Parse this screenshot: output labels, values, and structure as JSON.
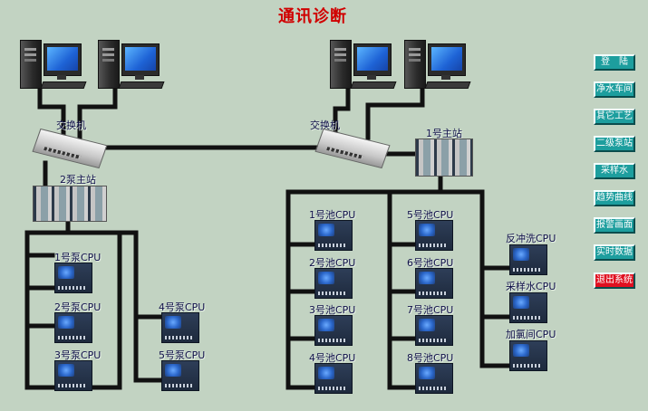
{
  "title": "通讯诊断",
  "devices": {
    "switch_left": "交换机",
    "switch_right": "交换机",
    "pump2_station": "2泵主站",
    "main1_station": "1号主站",
    "pump_cpus": [
      "1号泵CPU",
      "2号泵CPU",
      "3号泵CPU",
      "4号泵CPU",
      "5号泵CPU"
    ],
    "pool_cpus": [
      "1号池CPU",
      "2号池CPU",
      "3号池CPU",
      "4号池CPU",
      "5号池CPU",
      "6号池CPU",
      "7号池CPU",
      "8号池CPU"
    ],
    "extra_cpus": [
      "反冲洗CPU",
      "采样水CPU",
      "加氯间CPU"
    ]
  },
  "nav": {
    "buttons": [
      {
        "label": "登　陆",
        "style": "normal"
      },
      {
        "label": "净水车间",
        "style": "normal"
      },
      {
        "label": "其它工艺",
        "style": "normal"
      },
      {
        "label": "二级泵站",
        "style": "normal"
      },
      {
        "label": "采样水",
        "style": "normal"
      },
      {
        "label": "趋势曲线",
        "style": "normal"
      },
      {
        "label": "报警画面",
        "style": "normal"
      },
      {
        "label": "实时数据",
        "style": "normal"
      },
      {
        "label": "退出系统",
        "style": "exit"
      }
    ]
  },
  "colors": {
    "background": "#C2D3C2",
    "title": "#D00000",
    "nav_button": "#1D9E9E",
    "exit_button": "#E01020",
    "wire": "#111111"
  }
}
